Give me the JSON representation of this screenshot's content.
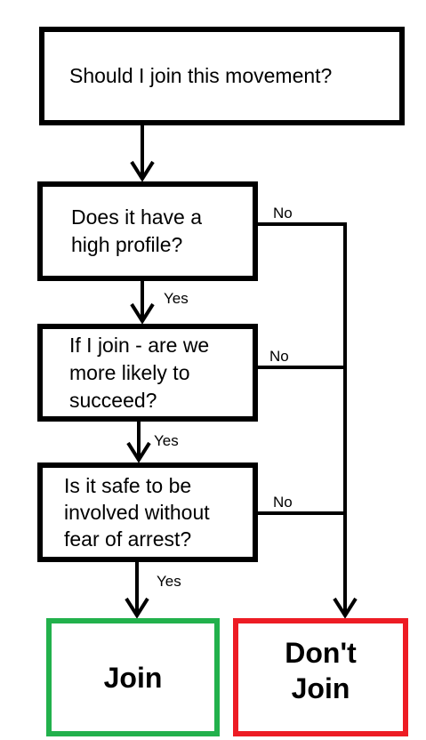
{
  "nodes": {
    "q1": "Should I join this movement?",
    "q2": "Does it have a\nhigh profile?",
    "q3": "If I join - are we\nmore likely to\nsucceed?",
    "q4": "Is it safe to be\ninvolved without\nfear of arrest?",
    "join": "Join",
    "dont_join": "Don't\nJoin"
  },
  "edge_labels": {
    "q2_no": "No",
    "q2_yes": "Yes",
    "q3_no": "No",
    "q3_yes": "Yes",
    "q4_no": "No",
    "q4_yes": "Yes"
  },
  "colors": {
    "line": "#000000",
    "join_border": "#22b14c",
    "dont_join_border": "#ed1c24"
  }
}
